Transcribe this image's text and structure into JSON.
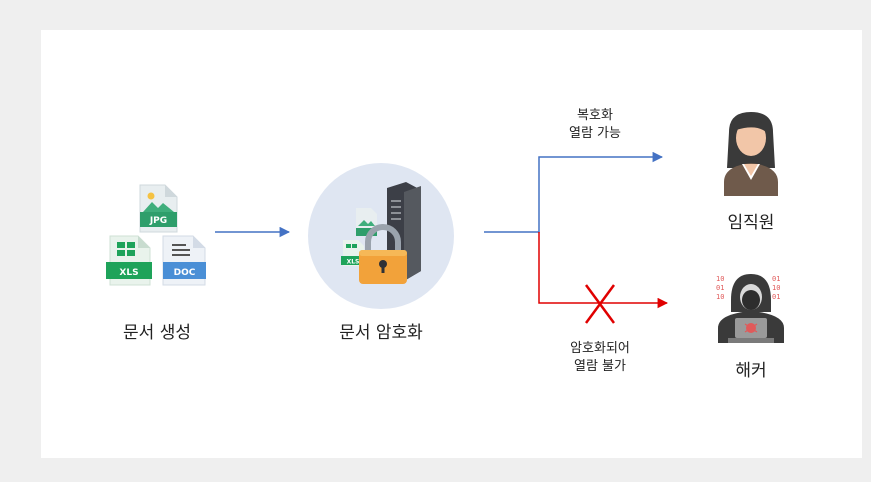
{
  "nodes": {
    "document_creation": {
      "label": "문서 생성",
      "file_types": [
        "JPG",
        "XLS",
        "DOC"
      ]
    },
    "document_encryption": {
      "label": "문서 암호화",
      "file_types": [
        "JPG",
        "XLS"
      ]
    },
    "employee": {
      "label": "임직원"
    },
    "hacker": {
      "label": "해커"
    }
  },
  "edges": {
    "decrypt_path": {
      "line1": "복호화",
      "line2": "열람 가능",
      "color": "#4472c4"
    },
    "blocked_path": {
      "line1": "암호화되어",
      "line2": "열람 불가",
      "color": "#e00000"
    }
  },
  "colors": {
    "blue_arrow": "#4472c4",
    "red_arrow": "#e00000",
    "jpg_green": "#2e9e6b",
    "xls_green": "#1ea35a",
    "doc_blue": "#4a8fd6",
    "lock_gold": "#f2a23a",
    "circle_bg": "#dfe6f2"
  }
}
